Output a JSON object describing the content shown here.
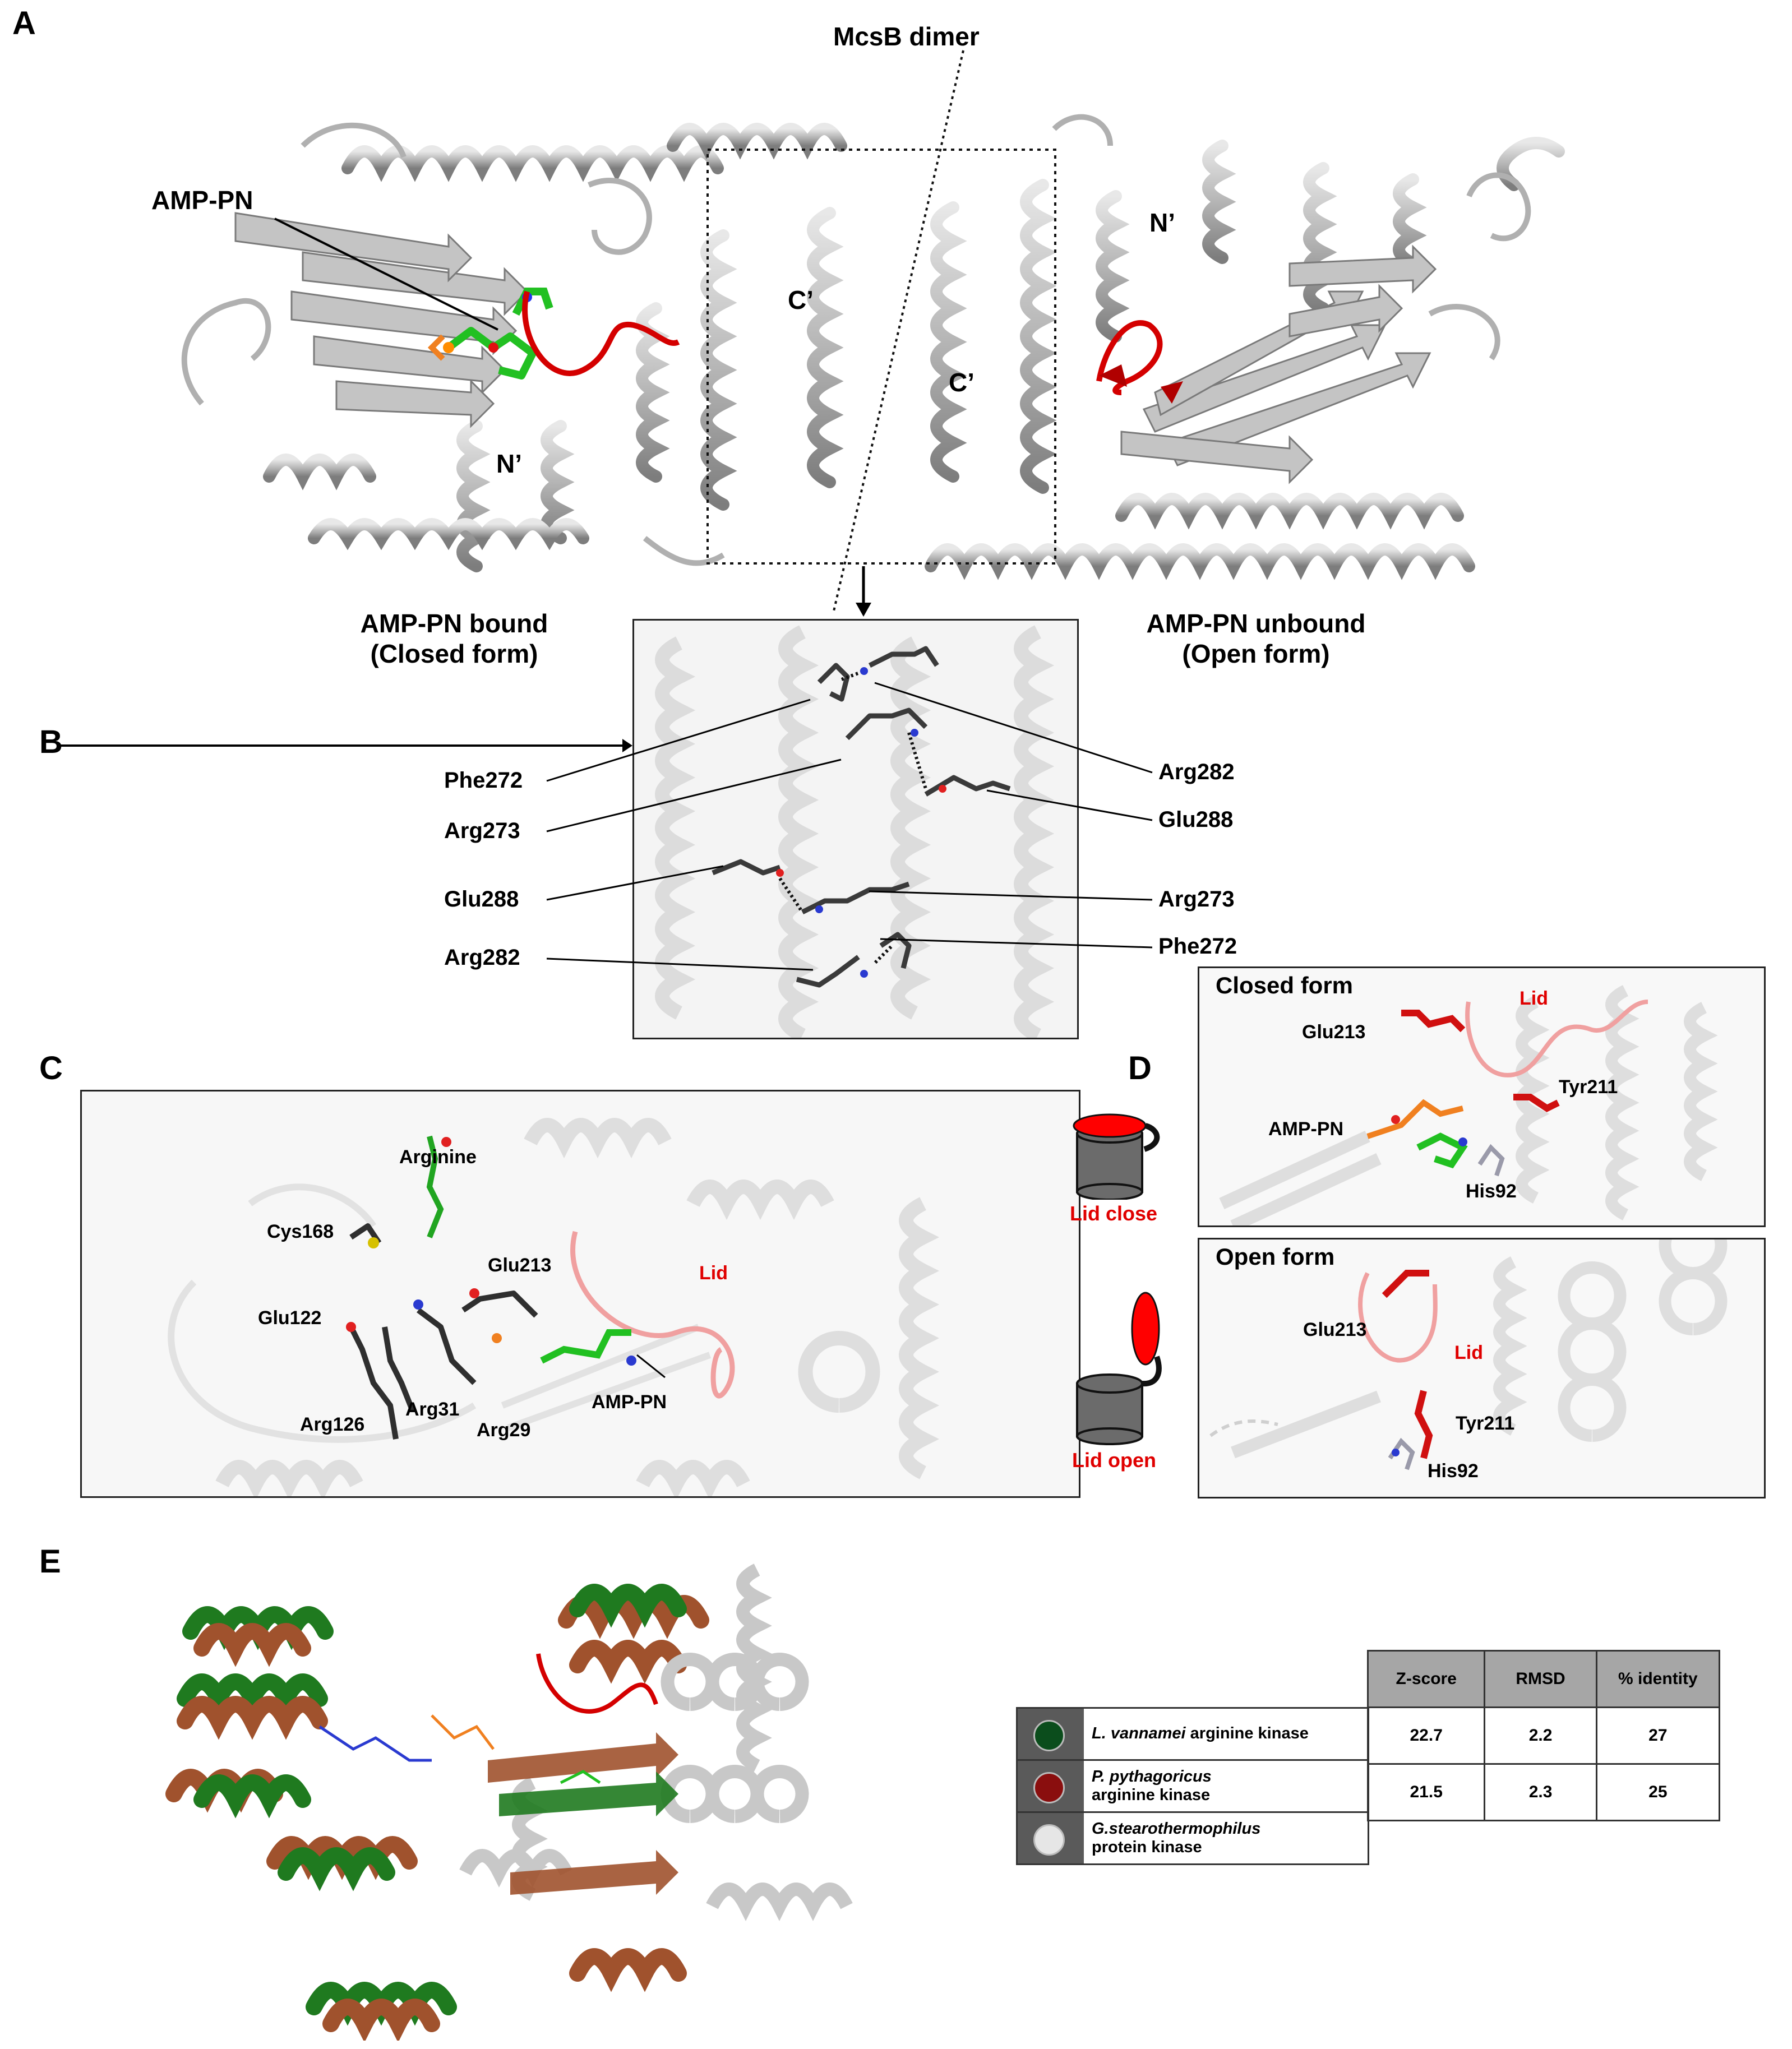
{
  "panels": {
    "a": "A",
    "b": "B",
    "c": "C",
    "d": "D",
    "e": "E"
  },
  "panel_a": {
    "dimer_label": "McsB dimer",
    "ligand_label": "AMP-PN",
    "n_term_left": "N’",
    "c_term_left": "C’",
    "c_term_right": "C’",
    "n_term_right": "N’",
    "bound_title_1": "AMP-PN bound",
    "bound_title_2": "(Closed form)",
    "unbound_title_1": "AMP-PN unbound",
    "unbound_title_2": "(Open form)"
  },
  "panel_b": {
    "left_labels": [
      "Phe272",
      "Arg273",
      "Glu288",
      "Arg282"
    ],
    "right_labels": [
      "Arg282",
      "Glu288",
      "Arg273",
      "Phe272"
    ]
  },
  "panel_c": {
    "arginine": "Arginine",
    "cys168": "Cys168",
    "glu213": "Glu213",
    "lid": "Lid",
    "glu122": "Glu122",
    "arg126": "Arg126",
    "arg31": "Arg31",
    "arg29": "Arg29",
    "amppn": "AMP-PN"
  },
  "panel_d": {
    "lid_close": "Lid close",
    "lid_open": "Lid open",
    "closed_title": "Closed form",
    "closed_lid": "Lid",
    "closed_glu213": "Glu213",
    "closed_tyr211": "Tyr211",
    "closed_amppn": "AMP-PN",
    "closed_his92": "His92",
    "open_title": "Open form",
    "open_glu213": "Glu213",
    "open_lid": "Lid",
    "open_tyr211": "Tyr211",
    "open_his92": "His92"
  },
  "panel_e": {
    "headers": [
      "Z-score",
      "RMSD",
      "% identity"
    ],
    "rows": [
      {
        "species": "L. vannamei",
        "desc": " arginine kinase",
        "values": [
          "22.7",
          "2.2",
          "27"
        ],
        "color": "#0b4d1c"
      },
      {
        "species": "P. pythagoricus",
        "desc": "arginine kinase",
        "values": [
          "21.5",
          "2.3",
          "25"
        ],
        "color": "#8a0e0e"
      },
      {
        "species": "G.stearothermophilus",
        "desc": "protein kinase",
        "color": "#e6e6e6"
      }
    ]
  },
  "colors": {
    "lid_red": "#d40000",
    "ribbon_gray": "#bdbdbd",
    "ligand_green": "#22c022",
    "overlay_green": "#1f7a1f",
    "overlay_brown": "#a0522d"
  }
}
